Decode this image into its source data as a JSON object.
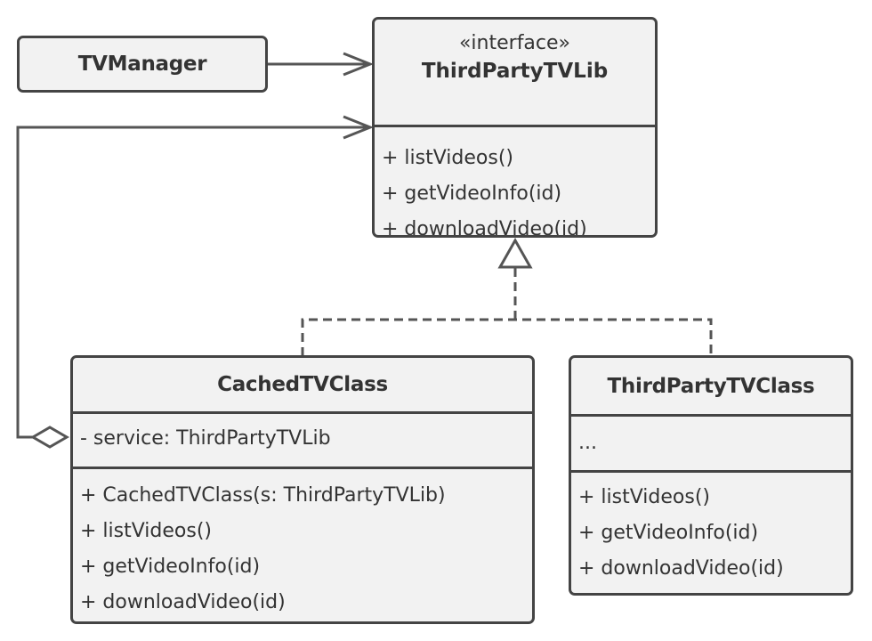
{
  "colors": {
    "box_fill": "#f2f2f2",
    "box_stroke": "#444444",
    "edge_stroke": "#555555",
    "text": "#333333"
  },
  "tv_manager": {
    "name": "TVManager"
  },
  "third_party_tv_lib": {
    "stereotype": "«interface»",
    "name": "ThirdPartyTVLib",
    "methods": [
      "+ listVideos()",
      "+ getVideoInfo(id)",
      "+ downloadVideo(id)"
    ]
  },
  "cached_tv_class": {
    "name": "CachedTVClass",
    "fields": [
      "- service: ThirdPartyTVLib"
    ],
    "methods": [
      "+ CachedTVClass(s: ThirdPartyTVLib)",
      "+ listVideos()",
      "+ getVideoInfo(id)",
      "+ downloadVideo(id)"
    ]
  },
  "third_party_tv_class": {
    "name": "ThirdPartyTVClass",
    "fields": [
      "..."
    ],
    "methods": [
      "+ listVideos()",
      "+ getVideoInfo(id)",
      "+ downloadVideo(id)"
    ]
  },
  "relations": [
    {
      "from": "TVManager",
      "to": "ThirdPartyTVLib",
      "kind": "association"
    },
    {
      "from": "CachedTVClass",
      "to": "ThirdPartyTVLib",
      "kind": "aggregation"
    },
    {
      "from": "CachedTVClass",
      "to": "ThirdPartyTVLib",
      "kind": "realization"
    },
    {
      "from": "ThirdPartyTVClass",
      "to": "ThirdPartyTVLib",
      "kind": "realization"
    }
  ]
}
